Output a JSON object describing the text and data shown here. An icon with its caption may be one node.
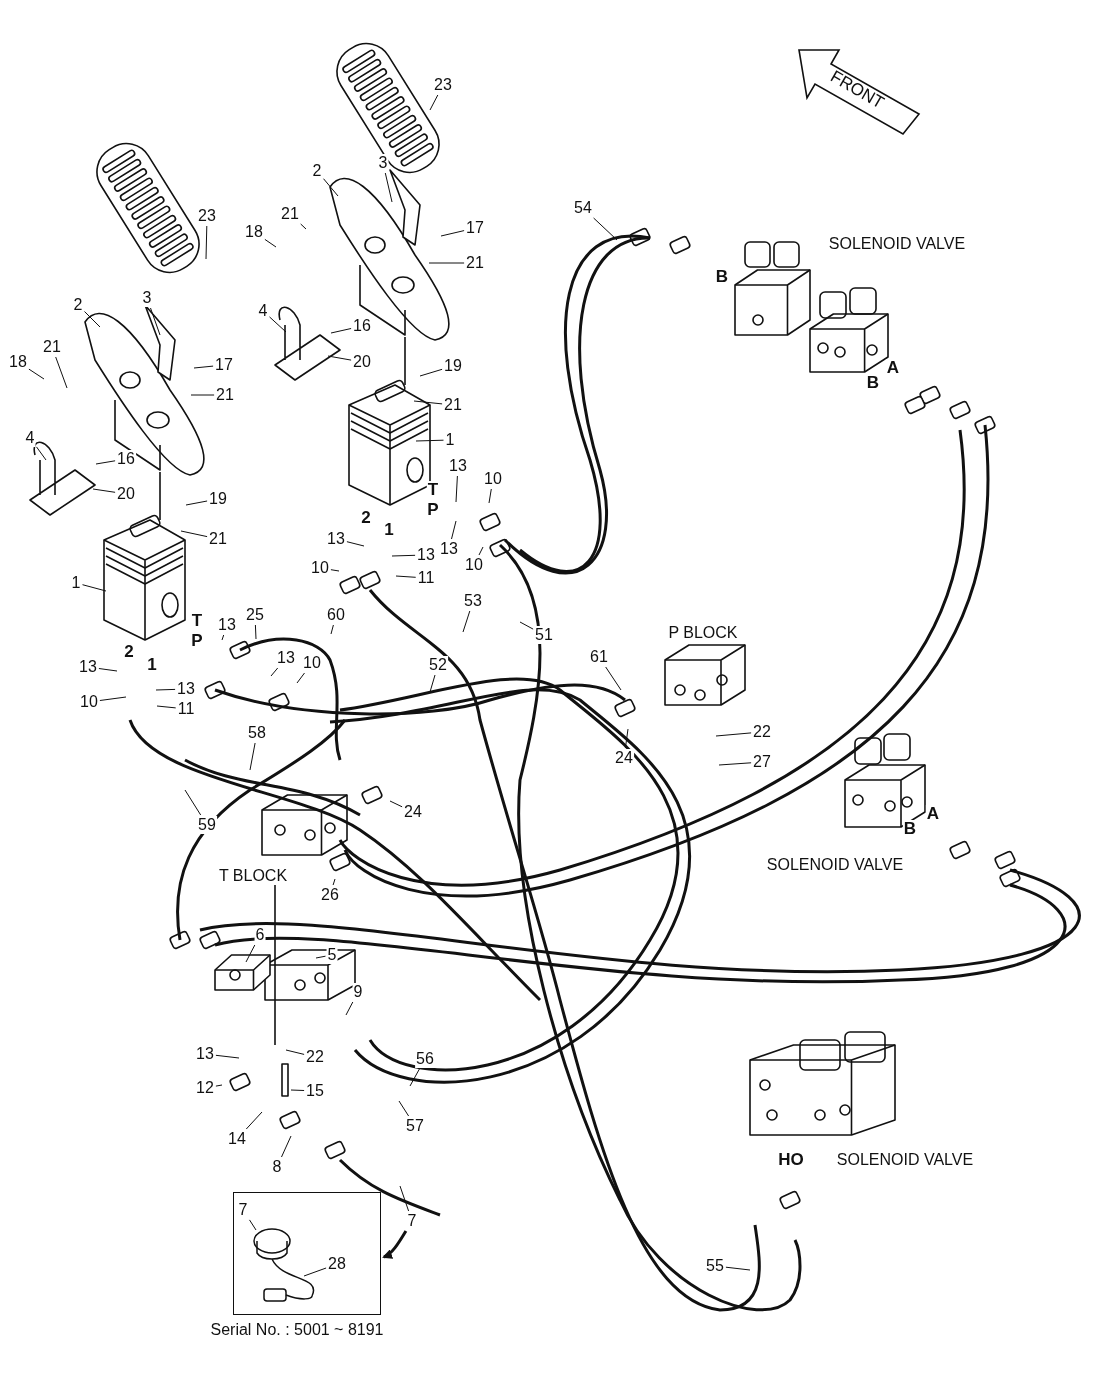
{
  "diagram": {
    "nodes": [
      {
        "text": [
          "FRONT"
        ]
      },
      {
        "text": [
          "23"
        ]
      },
      {
        "text": [
          "3"
        ]
      },
      {
        "text": [
          "2"
        ]
      },
      {
        "text": [
          "54"
        ]
      },
      {
        "text": [
          "23"
        ]
      },
      {
        "text": [
          "21"
        ]
      },
      {
        "text": [
          "17"
        ]
      },
      {
        "text": [
          "18"
        ]
      },
      {
        "text": [
          "21"
        ]
      },
      {
        "text": [
          "3"
        ]
      },
      {
        "text": [
          "2"
        ]
      },
      {
        "text": [
          "4"
        ]
      },
      {
        "text": [
          "16"
        ]
      },
      {
        "text": [
          "21"
        ]
      },
      {
        "text": [
          "20"
        ]
      },
      {
        "text": [
          "18"
        ]
      },
      {
        "text": [
          "17"
        ]
      },
      {
        "text": [
          "19"
        ]
      },
      {
        "text": [
          "21"
        ]
      },
      {
        "text": [
          "21"
        ]
      },
      {
        "text": [
          "4"
        ]
      },
      {
        "text": [
          "1"
        ]
      },
      {
        "text": [
          "16"
        ]
      },
      {
        "text": [
          "13"
        ]
      },
      {
        "text": [
          "10"
        ]
      },
      {
        "text": [
          "20"
        ]
      },
      {
        "text": [
          "19"
        ]
      },
      {
        "text": [
          "13"
        ]
      },
      {
        "text": [
          "21"
        ]
      },
      {
        "text": [
          "13"
        ]
      },
      {
        "text": [
          "13"
        ]
      },
      {
        "text": [
          "10"
        ]
      },
      {
        "text": [
          "10"
        ]
      },
      {
        "text": [
          "11"
        ]
      },
      {
        "text": [
          "1"
        ]
      },
      {
        "text": [
          "53"
        ]
      },
      {
        "text": [
          "25"
        ]
      },
      {
        "text": [
          "60"
        ]
      },
      {
        "text": [
          "13"
        ]
      },
      {
        "text": [
          "51"
        ]
      },
      {
        "text": [
          "61"
        ]
      },
      {
        "text": [
          "13"
        ]
      },
      {
        "text": [
          "52"
        ]
      },
      {
        "text": [
          "13"
        ]
      },
      {
        "text": [
          "10"
        ]
      },
      {
        "text": [
          "13"
        ]
      },
      {
        "text": [
          "10"
        ]
      },
      {
        "text": [
          "11"
        ]
      },
      {
        "text": [
          "22"
        ]
      },
      {
        "text": [
          "58"
        ]
      },
      {
        "text": [
          "24"
        ]
      },
      {
        "text": [
          "27"
        ]
      },
      {
        "text": [
          "24"
        ]
      },
      {
        "text": [
          "59"
        ]
      },
      {
        "text": [
          "26"
        ]
      },
      {
        "text": [
          "6"
        ]
      },
      {
        "text": [
          "5"
        ]
      },
      {
        "text": [
          "9"
        ]
      },
      {
        "text": [
          "13"
        ]
      },
      {
        "text": [
          "22"
        ]
      },
      {
        "text": [
          "56"
        ]
      },
      {
        "text": [
          "12"
        ]
      },
      {
        "text": [
          "15"
        ]
      },
      {
        "text": [
          "57"
        ]
      },
      {
        "text": [
          "14"
        ]
      },
      {
        "text": [
          "8"
        ]
      },
      {
        "text": [
          "7"
        ]
      },
      {
        "text": [],
        "shape": "box"
      },
      {
        "text": [
          "7"
        ],
        "in": 68
      },
      {
        "text": [
          "28"
        ],
        "in": 68
      },
      {
        "text": [
          "55"
        ]
      }
    ],
    "edges": [
      {
        "from": 1,
        "to": null,
        "arrow": "none"
      },
      {
        "from": 2,
        "to": null,
        "arrow": "none"
      },
      {
        "from": 3,
        "to": null,
        "arrow": "none"
      },
      {
        "from": 4,
        "to": null,
        "arrow": "none"
      },
      {
        "from": 5,
        "to": null,
        "arrow": "none"
      },
      {
        "from": 6,
        "to": null,
        "arrow": "none"
      },
      {
        "from": 7,
        "to": null,
        "arrow": "none"
      },
      {
        "from": 8,
        "to": null,
        "arrow": "none"
      },
      {
        "from": 9,
        "to": null,
        "arrow": "none"
      },
      {
        "from": 10,
        "to": null,
        "arrow": "none"
      },
      {
        "from": 11,
        "to": null,
        "arrow": "none"
      },
      {
        "from": 12,
        "to": null,
        "arrow": "none"
      },
      {
        "from": 13,
        "to": null,
        "arrow": "none"
      },
      {
        "from": 14,
        "to": null,
        "arrow": "none"
      },
      {
        "from": 15,
        "to": null,
        "arrow": "none"
      },
      {
        "from": 16,
        "to": null,
        "arrow": "none"
      },
      {
        "from": 17,
        "to": null,
        "arrow": "none"
      },
      {
        "from": 18,
        "to": null,
        "arrow": "none"
      },
      {
        "from": 19,
        "to": null,
        "arrow": "none"
      },
      {
        "from": 20,
        "to": null,
        "arrow": "none"
      },
      {
        "from": 21,
        "to": null,
        "arrow": "none"
      },
      {
        "from": 22,
        "to": null,
        "arrow": "none"
      },
      {
        "from": 23,
        "to": null,
        "arrow": "none"
      },
      {
        "from": 24,
        "to": null,
        "arrow": "none"
      },
      {
        "from": 25,
        "to": null,
        "arrow": "none"
      },
      {
        "from": 26,
        "to": null,
        "arrow": "none"
      },
      {
        "from": 27,
        "to": null,
        "arrow": "none"
      },
      {
        "from": 28,
        "to": null,
        "arrow": "none"
      },
      {
        "from": 29,
        "to": null,
        "arrow": "none"
      },
      {
        "from": 30,
        "to": null,
        "arrow": "none"
      },
      {
        "from": 31,
        "to": null,
        "arrow": "none"
      },
      {
        "from": 32,
        "to": null,
        "arrow": "none"
      },
      {
        "from": 33,
        "to": null,
        "arrow": "none"
      },
      {
        "from": 34,
        "to": null,
        "arrow": "none"
      },
      {
        "from": 35,
        "to": null,
        "arrow": "none"
      },
      {
        "from": 36,
        "to": null,
        "arrow": "none"
      },
      {
        "from": 37,
        "to": null,
        "arrow": "none"
      },
      {
        "from": 38,
        "to": null,
        "arrow": "none"
      },
      {
        "from": 39,
        "to": null,
        "arrow": "none"
      },
      {
        "from": 40,
        "to": null,
        "arrow": "none"
      },
      {
        "from": 41,
        "to": null,
        "arrow": "none"
      },
      {
        "from": 42,
        "to": null,
        "arrow": "none"
      },
      {
        "from": 43,
        "to": null,
        "arrow": "none"
      },
      {
        "from": 44,
        "to": null,
        "arrow": "none"
      },
      {
        "from": 45,
        "to": null,
        "arrow": "none"
      },
      {
        "from": 46,
        "to": null,
        "arrow": "none"
      },
      {
        "from": 47,
        "to": null,
        "arrow": "none"
      },
      {
        "from": 48,
        "to": null,
        "arrow": "none"
      },
      {
        "from": 49,
        "to": null,
        "arrow": "none"
      },
      {
        "from": 50,
        "to": null,
        "arrow": "none"
      },
      {
        "from": 51,
        "to": null,
        "arrow": "none"
      },
      {
        "from": 52,
        "to": null,
        "arrow": "none"
      },
      {
        "from": 53,
        "to": null,
        "arrow": "none"
      },
      {
        "from": 54,
        "to": null,
        "arrow": "none"
      },
      {
        "from": 55,
        "to": null,
        "arrow": "none"
      },
      {
        "from": 56,
        "to": null,
        "arrow": "none"
      },
      {
        "from": 57,
        "to": null,
        "arrow": "none"
      },
      {
        "from": 58,
        "to": null,
        "arrow": "none"
      },
      {
        "from": 59,
        "to": null,
        "arrow": "none"
      },
      {
        "from": 60,
        "to": null,
        "arrow": "none"
      },
      {
        "from": 61,
        "to": null,
        "arrow": "none"
      },
      {
        "from": 62,
        "to": null,
        "arrow": "none"
      },
      {
        "from": 63,
        "to": null,
        "arrow": "none"
      },
      {
        "from": 64,
        "to": null,
        "arrow": "none"
      },
      {
        "from": 65,
        "to": null,
        "arrow": "none"
      },
      {
        "from": 66,
        "to": null,
        "arrow": "none"
      },
      {
        "from": 67,
        "to": null,
        "arrow": "none"
      },
      {
        "from": 67,
        "to": 68,
        "arrow": "to"
      },
      {
        "from": 69,
        "to": null,
        "arrow": "none"
      },
      {
        "from": 70,
        "to": null,
        "arrow": "none"
      },
      {
        "from": 71,
        "to": null,
        "arrow": "none"
      }
    ],
    "labels": [
      "SOLENOID VALVE",
      "B",
      "A",
      "B",
      "T",
      "P",
      "2",
      "1",
      "T",
      "P",
      "P BLOCK",
      "2",
      "1",
      "A",
      "B",
      "SOLENOID VALVE",
      "T BLOCK",
      "HO",
      "SOLENOID VALVE",
      "Serial No. : 5001 ~ 8191"
    ]
  }
}
